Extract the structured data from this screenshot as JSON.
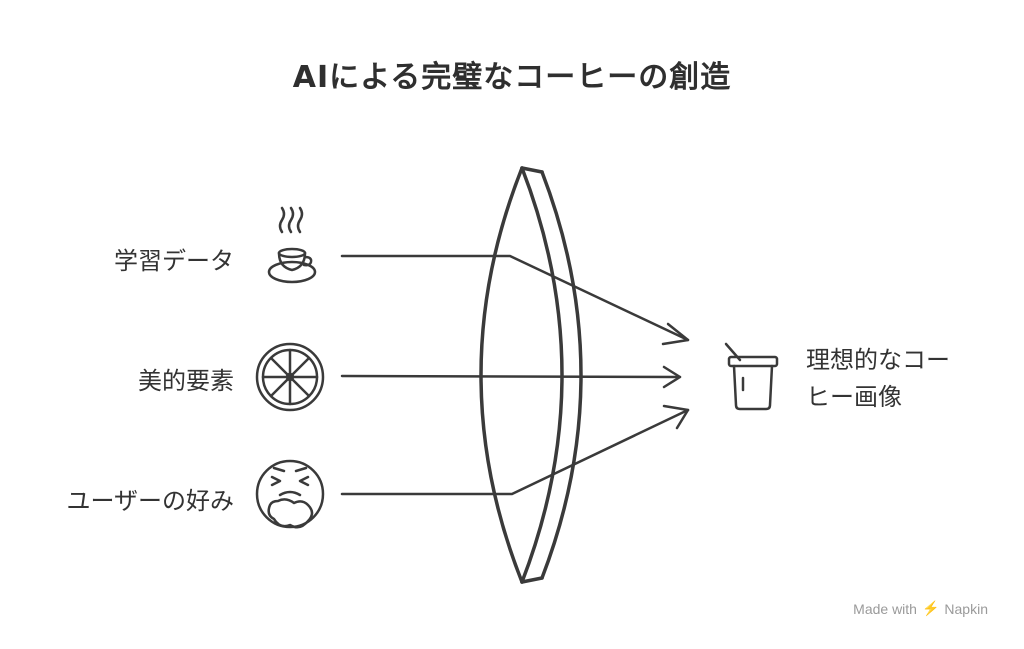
{
  "title": "AIによる完璧なコーヒーの創造",
  "inputs": [
    {
      "label": "学習データ",
      "icon": "coffee-cup-icon"
    },
    {
      "label": "美的要素",
      "icon": "citrus-slice-icon"
    },
    {
      "label": "ユーザーの好み",
      "icon": "nauseated-face-icon"
    }
  ],
  "lens": {
    "icon": "lens-icon"
  },
  "output": {
    "label_line1": "理想的なコー",
    "label_line2": "ヒー画像",
    "icon": "coffee-takeaway-cup-icon"
  },
  "watermark": {
    "prefix": "Made with",
    "brand": "Napkin"
  },
  "colors": {
    "stroke": "#3a3a3a",
    "text": "#333333",
    "watermark": "#9a9a9a"
  }
}
